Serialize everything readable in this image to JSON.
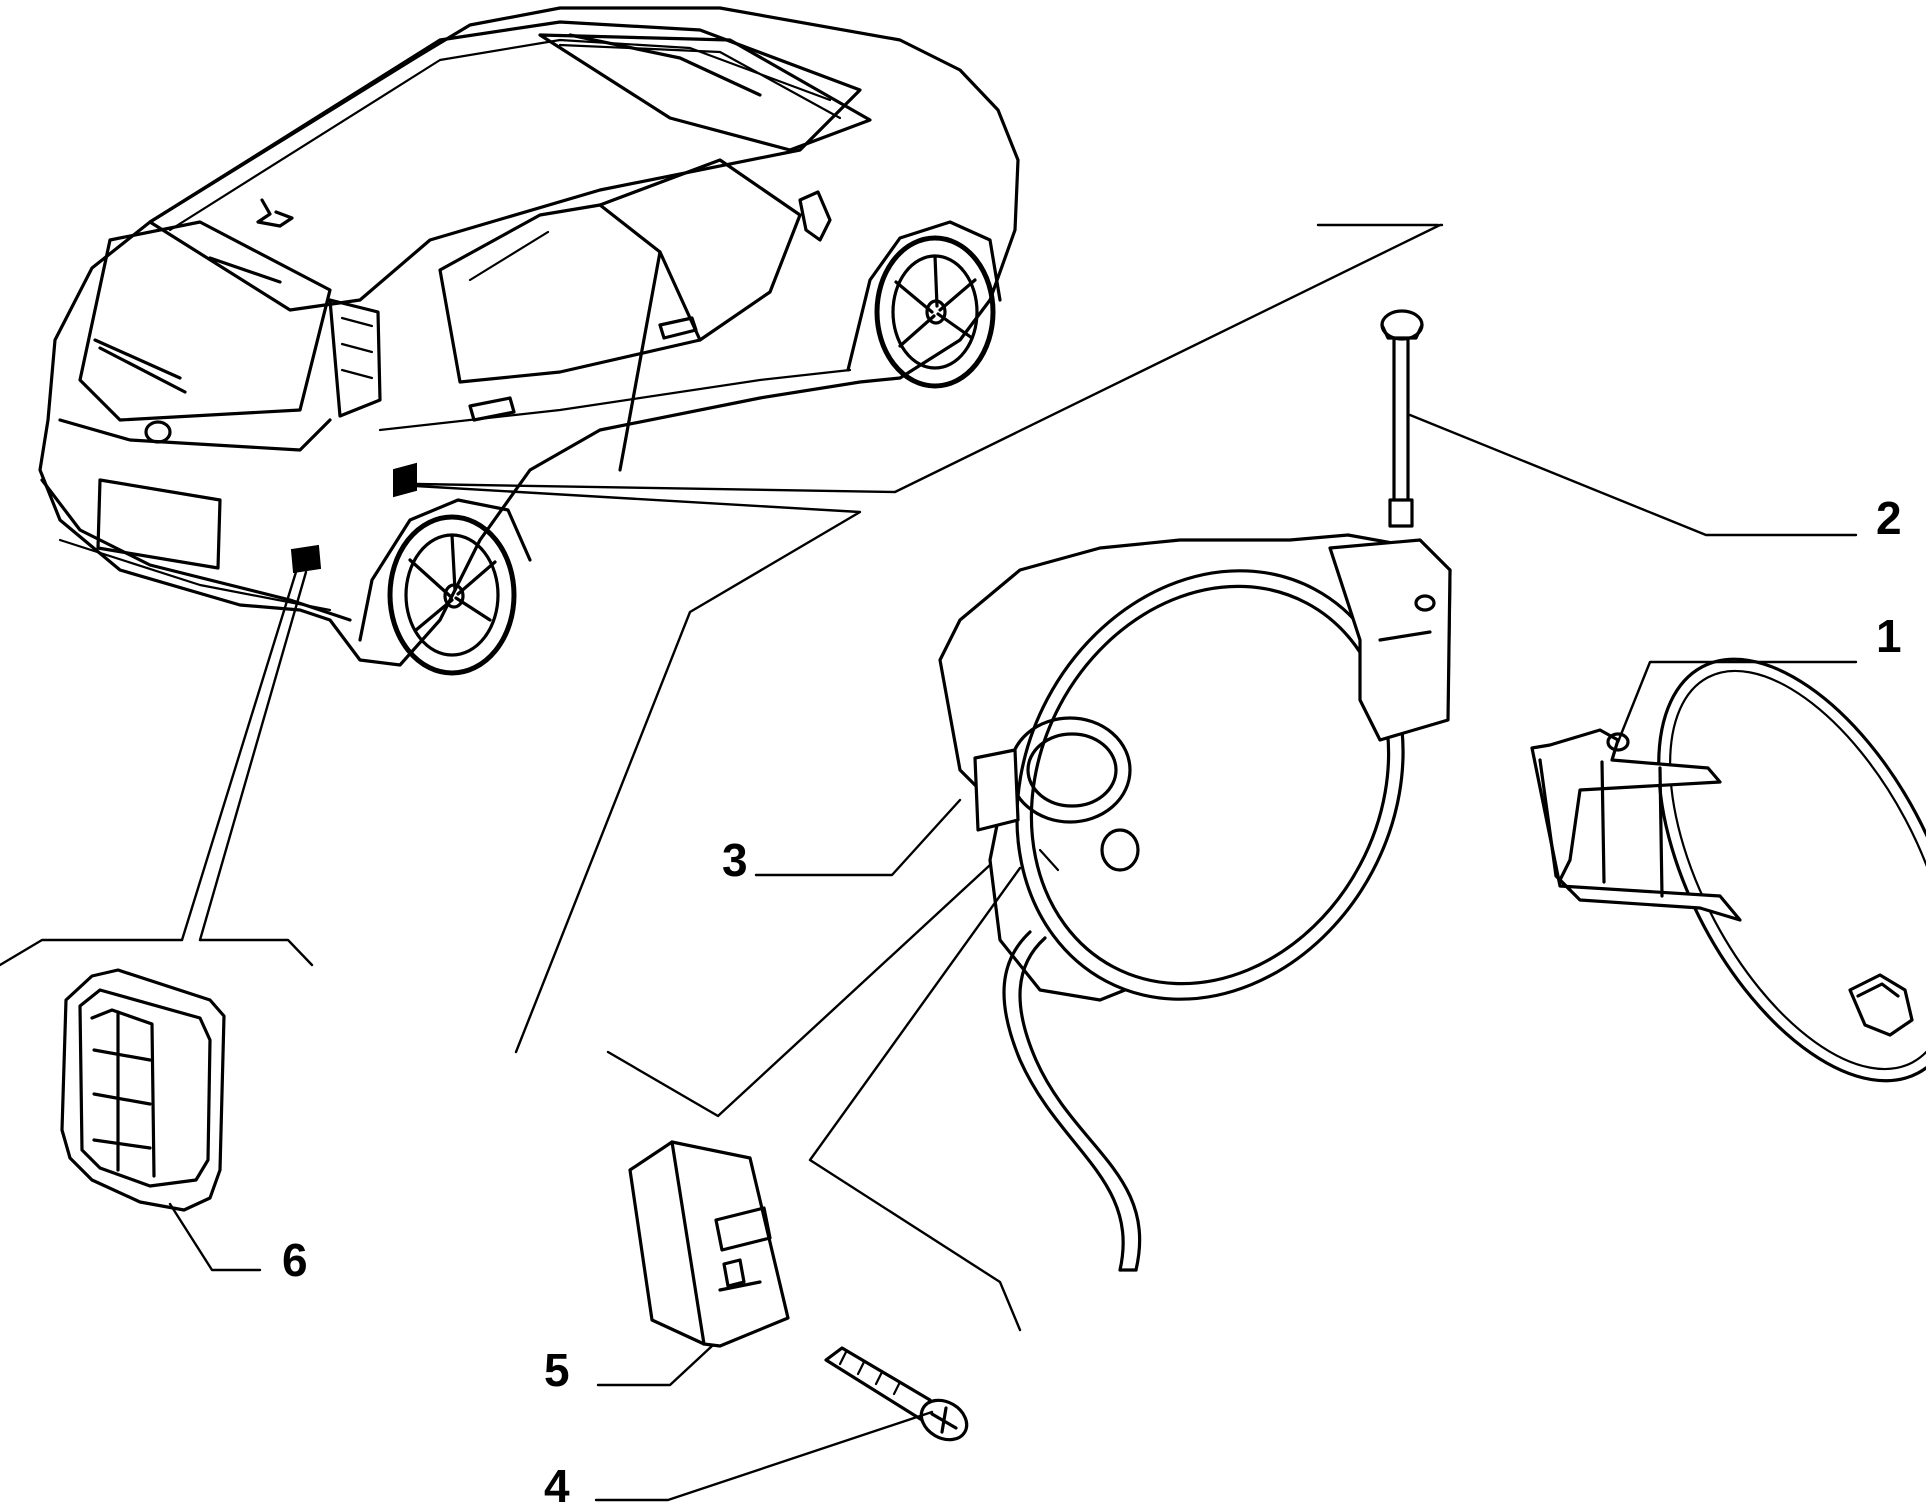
{
  "labels": {
    "p1": "1",
    "p2": "2",
    "p3": "3",
    "p4": "4",
    "p5": "5",
    "p6": "6"
  },
  "colors": {
    "line": "#000000",
    "background": "#ffffff"
  }
}
